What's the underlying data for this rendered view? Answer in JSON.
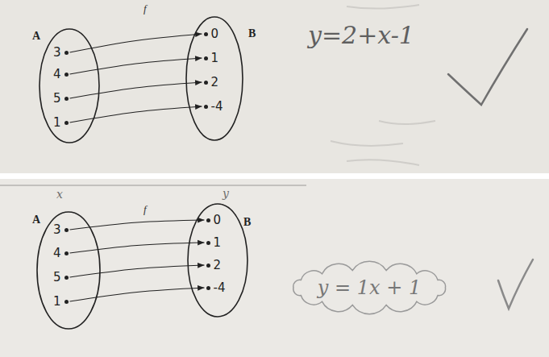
{
  "diagram": {
    "nodes": [
      {
        "text": [
          "A"
        ]
      },
      {
        "text": [
          "3"
        ],
        "in": 0
      },
      {
        "text": [
          "4"
        ],
        "in": 0
      },
      {
        "text": [
          "5"
        ],
        "in": 0
      },
      {
        "text": [
          "1"
        ],
        "in": 0
      },
      {
        "text": [
          "B"
        ]
      },
      {
        "text": [
          "0"
        ],
        "in": 5
      },
      {
        "text": [
          "1"
        ],
        "in": 5
      },
      {
        "text": [
          "2"
        ],
        "in": 5
      },
      {
        "text": [
          "-4"
        ],
        "in": 5
      },
      {
        "text": [
          "A"
        ]
      },
      {
        "text": [
          "3"
        ],
        "in": 10
      },
      {
        "text": [
          "4"
        ],
        "in": 10
      },
      {
        "text": [
          "5"
        ],
        "in": 10
      },
      {
        "text": [
          "1"
        ],
        "in": 10
      },
      {
        "text": [
          "B"
        ]
      },
      {
        "text": [
          "0"
        ],
        "in": 15
      },
      {
        "text": [
          "1"
        ],
        "in": 15
      },
      {
        "text": [
          "2"
        ],
        "in": 15
      },
      {
        "text": [
          "-4"
        ],
        "in": 15
      },
      {
        "text": [
          "y = 1x + 1"
        ]
      }
    ],
    "edges": [
      {
        "from": 1,
        "to": 6,
        "arrow": "to"
      },
      {
        "from": 2,
        "to": 7,
        "arrow": "to"
      },
      {
        "from": 3,
        "to": 8,
        "arrow": "to"
      },
      {
        "from": 4,
        "to": 9,
        "arrow": "to"
      },
      {
        "from": 11,
        "to": 16,
        "arrow": "to"
      },
      {
        "from": 12,
        "to": 17,
        "arrow": "to"
      },
      {
        "from": 13,
        "to": 18,
        "arrow": "to"
      },
      {
        "from": 14,
        "to": 19,
        "arrow": "to"
      }
    ],
    "labels": [
      "f",
      "y=2+x-1",
      "f",
      "x",
      "y"
    ]
  }
}
